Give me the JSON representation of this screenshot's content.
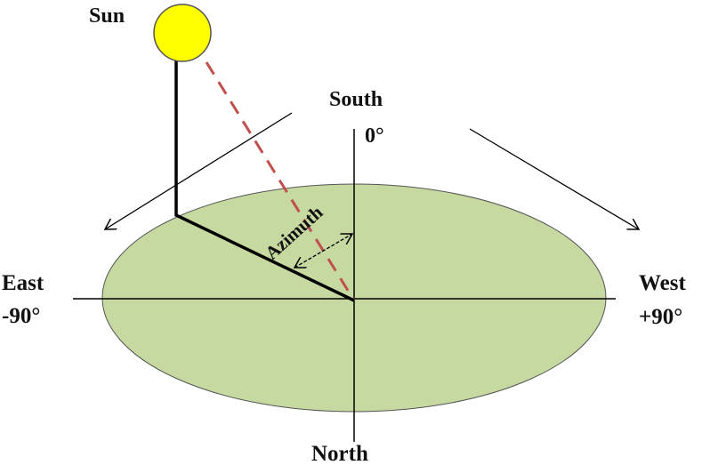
{
  "labels": {
    "sun": "Sun",
    "south": "South",
    "south_angle": "0°",
    "east": "East",
    "east_angle": "-90°",
    "west": "West",
    "west_angle": "+90°",
    "north": "North",
    "azimuth": "Azimuth"
  },
  "colors": {
    "ground": "#c6d9a0",
    "sun": "#ffff00",
    "sun_ray": "#c0504d",
    "lines": "#000000"
  }
}
